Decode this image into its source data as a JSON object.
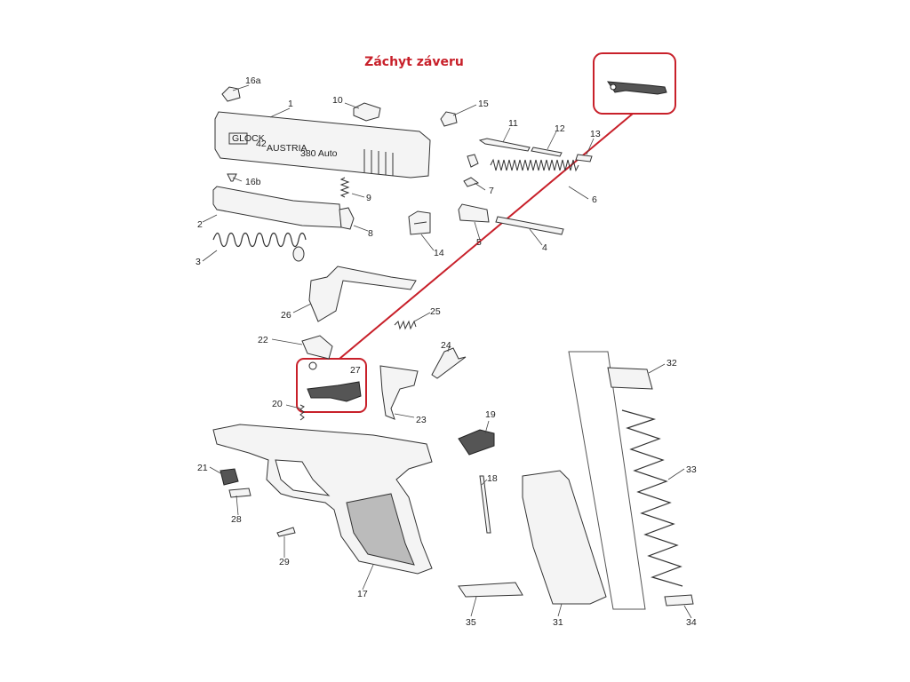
{
  "title": "Záchyt záveru",
  "accent_color": "#c8202a",
  "labels": [
    {
      "id": "p16a",
      "text": "16a"
    },
    {
      "id": "p1",
      "text": "1"
    },
    {
      "id": "p10",
      "text": "10"
    },
    {
      "id": "p15",
      "text": "15"
    },
    {
      "id": "p11",
      "text": "11"
    },
    {
      "id": "p12",
      "text": "12"
    },
    {
      "id": "p13",
      "text": "13"
    },
    {
      "id": "p16b",
      "text": "16b"
    },
    {
      "id": "p9",
      "text": "9"
    },
    {
      "id": "p7",
      "text": "7"
    },
    {
      "id": "p6",
      "text": "6"
    },
    {
      "id": "p2",
      "text": "2"
    },
    {
      "id": "p8",
      "text": "8"
    },
    {
      "id": "p5",
      "text": "5"
    },
    {
      "id": "p4",
      "text": "4"
    },
    {
      "id": "p3",
      "text": "3"
    },
    {
      "id": "p14",
      "text": "14"
    },
    {
      "id": "p26",
      "text": "26"
    },
    {
      "id": "p25",
      "text": "25"
    },
    {
      "id": "p22",
      "text": "22"
    },
    {
      "id": "p24",
      "text": "24"
    },
    {
      "id": "p27",
      "text": "27"
    },
    {
      "id": "p32",
      "text": "32"
    },
    {
      "id": "p20",
      "text": "20"
    },
    {
      "id": "p23",
      "text": "23"
    },
    {
      "id": "p19",
      "text": "19"
    },
    {
      "id": "p33",
      "text": "33"
    },
    {
      "id": "p21",
      "text": "21"
    },
    {
      "id": "p18",
      "text": "18"
    },
    {
      "id": "p28",
      "text": "28"
    },
    {
      "id": "p29",
      "text": "29"
    },
    {
      "id": "p17",
      "text": "17"
    },
    {
      "id": "p35",
      "text": "35"
    },
    {
      "id": "p31",
      "text": "31"
    },
    {
      "id": "p34",
      "text": "34"
    }
  ],
  "slide_markings": {
    "model": "42",
    "country": "AUSTRIA",
    "caliber": "380 Auto",
    "brand": "GLOCK"
  }
}
